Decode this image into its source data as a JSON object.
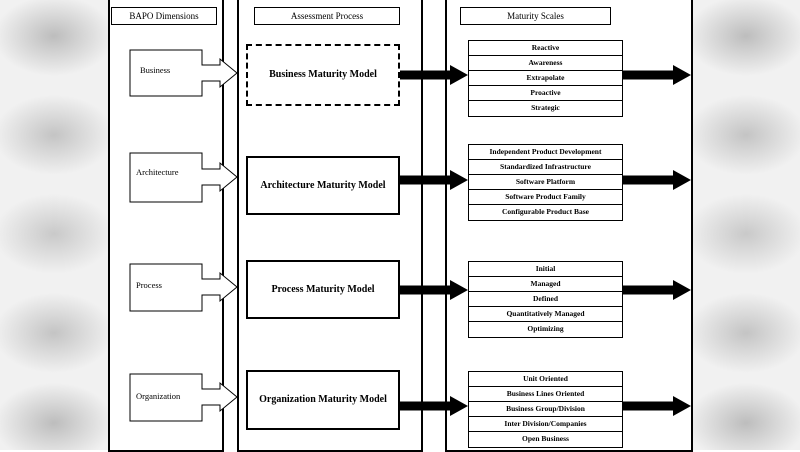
{
  "columns": {
    "dimensions_title": "BAPO Dimensions",
    "process_title": "Assessment Process",
    "scales_title": "Maturity Scales"
  },
  "dimensions": [
    "Business",
    "Architecture",
    "Process",
    "Organization"
  ],
  "models": [
    {
      "label": "Business Maturity Model",
      "dashed": true
    },
    {
      "label": "Architecture Maturity Model",
      "dashed": false
    },
    {
      "label": "Process Maturity Model",
      "dashed": false
    },
    {
      "label": "Organization Maturity Model",
      "dashed": false
    }
  ],
  "scales": [
    [
      "Reactive",
      "Awareness",
      "Extrapolate",
      "Proactive",
      "Strategic"
    ],
    [
      "Independent Product Development",
      "Standardized Infrastructure",
      "Software Platform",
      "Software Product Family",
      "Configurable Product Base"
    ],
    [
      "Initial",
      "Managed",
      "Defined",
      "Quantitatively Managed",
      "Optimizing"
    ],
    [
      "Unit Oriented",
      "Business Lines Oriented",
      "Business Group/Division",
      "Inter Division/Companies",
      "Open Business"
    ]
  ]
}
